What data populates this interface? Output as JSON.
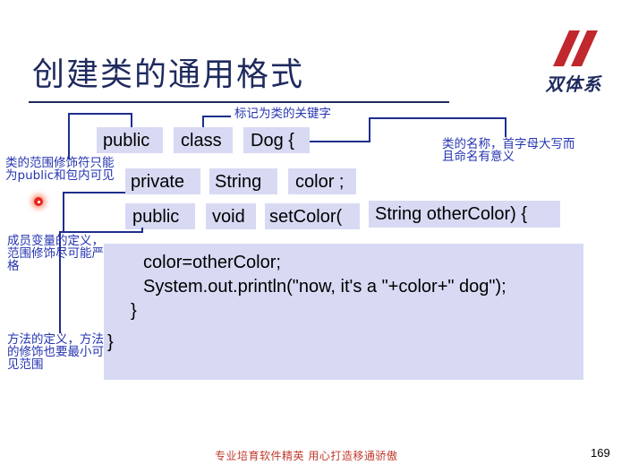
{
  "slide": {
    "title": "创建类的通用格式",
    "logo_text": "双体系",
    "page_number": "169",
    "footer": "专业培育软件精英   用心打造移通骄傲",
    "accent_color": "#1f2a5e",
    "code_bg_color": "#d8daf4",
    "annotation_color": "#2535b0"
  },
  "code": {
    "l1": {
      "t1": "public",
      "t2": "class",
      "t3": "Dog {"
    },
    "l2": {
      "t1": "private",
      "t2": "String",
      "t3": "color ;"
    },
    "l3": {
      "t1": "public",
      "t2": "void",
      "t3": "setColor(",
      "t4": "String otherColor) {"
    },
    "body": {
      "b1": "color=otherColor;",
      "b2": "System.out.println(\"now, it's a \"+color+\" dog\");",
      "b3": "}"
    },
    "close": "}"
  },
  "annotations": {
    "keyword_label": "标记为类的关键字",
    "class_name": "类的名称，首字母大写而且命名有意义",
    "class_modifier": "类的范围修饰符只能为public和包内可见",
    "member_var": "成员变量的定义，范围修饰尽可能严格",
    "method_def": "方法的定义，方法的修饰也要最小可见范围"
  }
}
